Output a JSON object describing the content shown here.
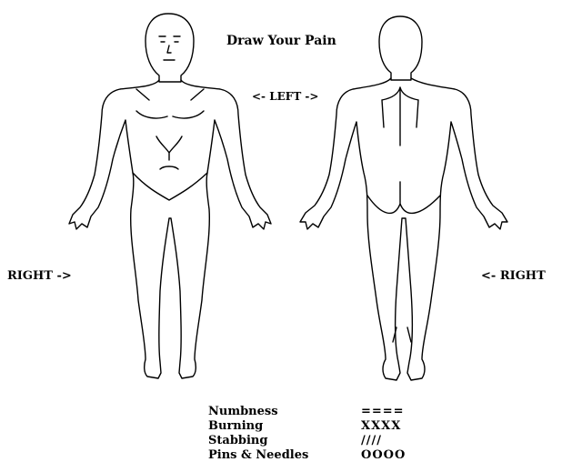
{
  "title": "Draw Your Pain",
  "labels": {
    "left": "<- LEFT ->",
    "right_left_side": "RIGHT ->",
    "right_right_side": "<- RIGHT"
  },
  "legend": [
    {
      "name": "Numbness",
      "symbol": "===="
    },
    {
      "name": "Burning",
      "symbol": "XXXX"
    },
    {
      "name": "Stabbing",
      "symbol": "////"
    },
    {
      "name": "Pins & Needles",
      "symbol": "OOOO"
    }
  ]
}
